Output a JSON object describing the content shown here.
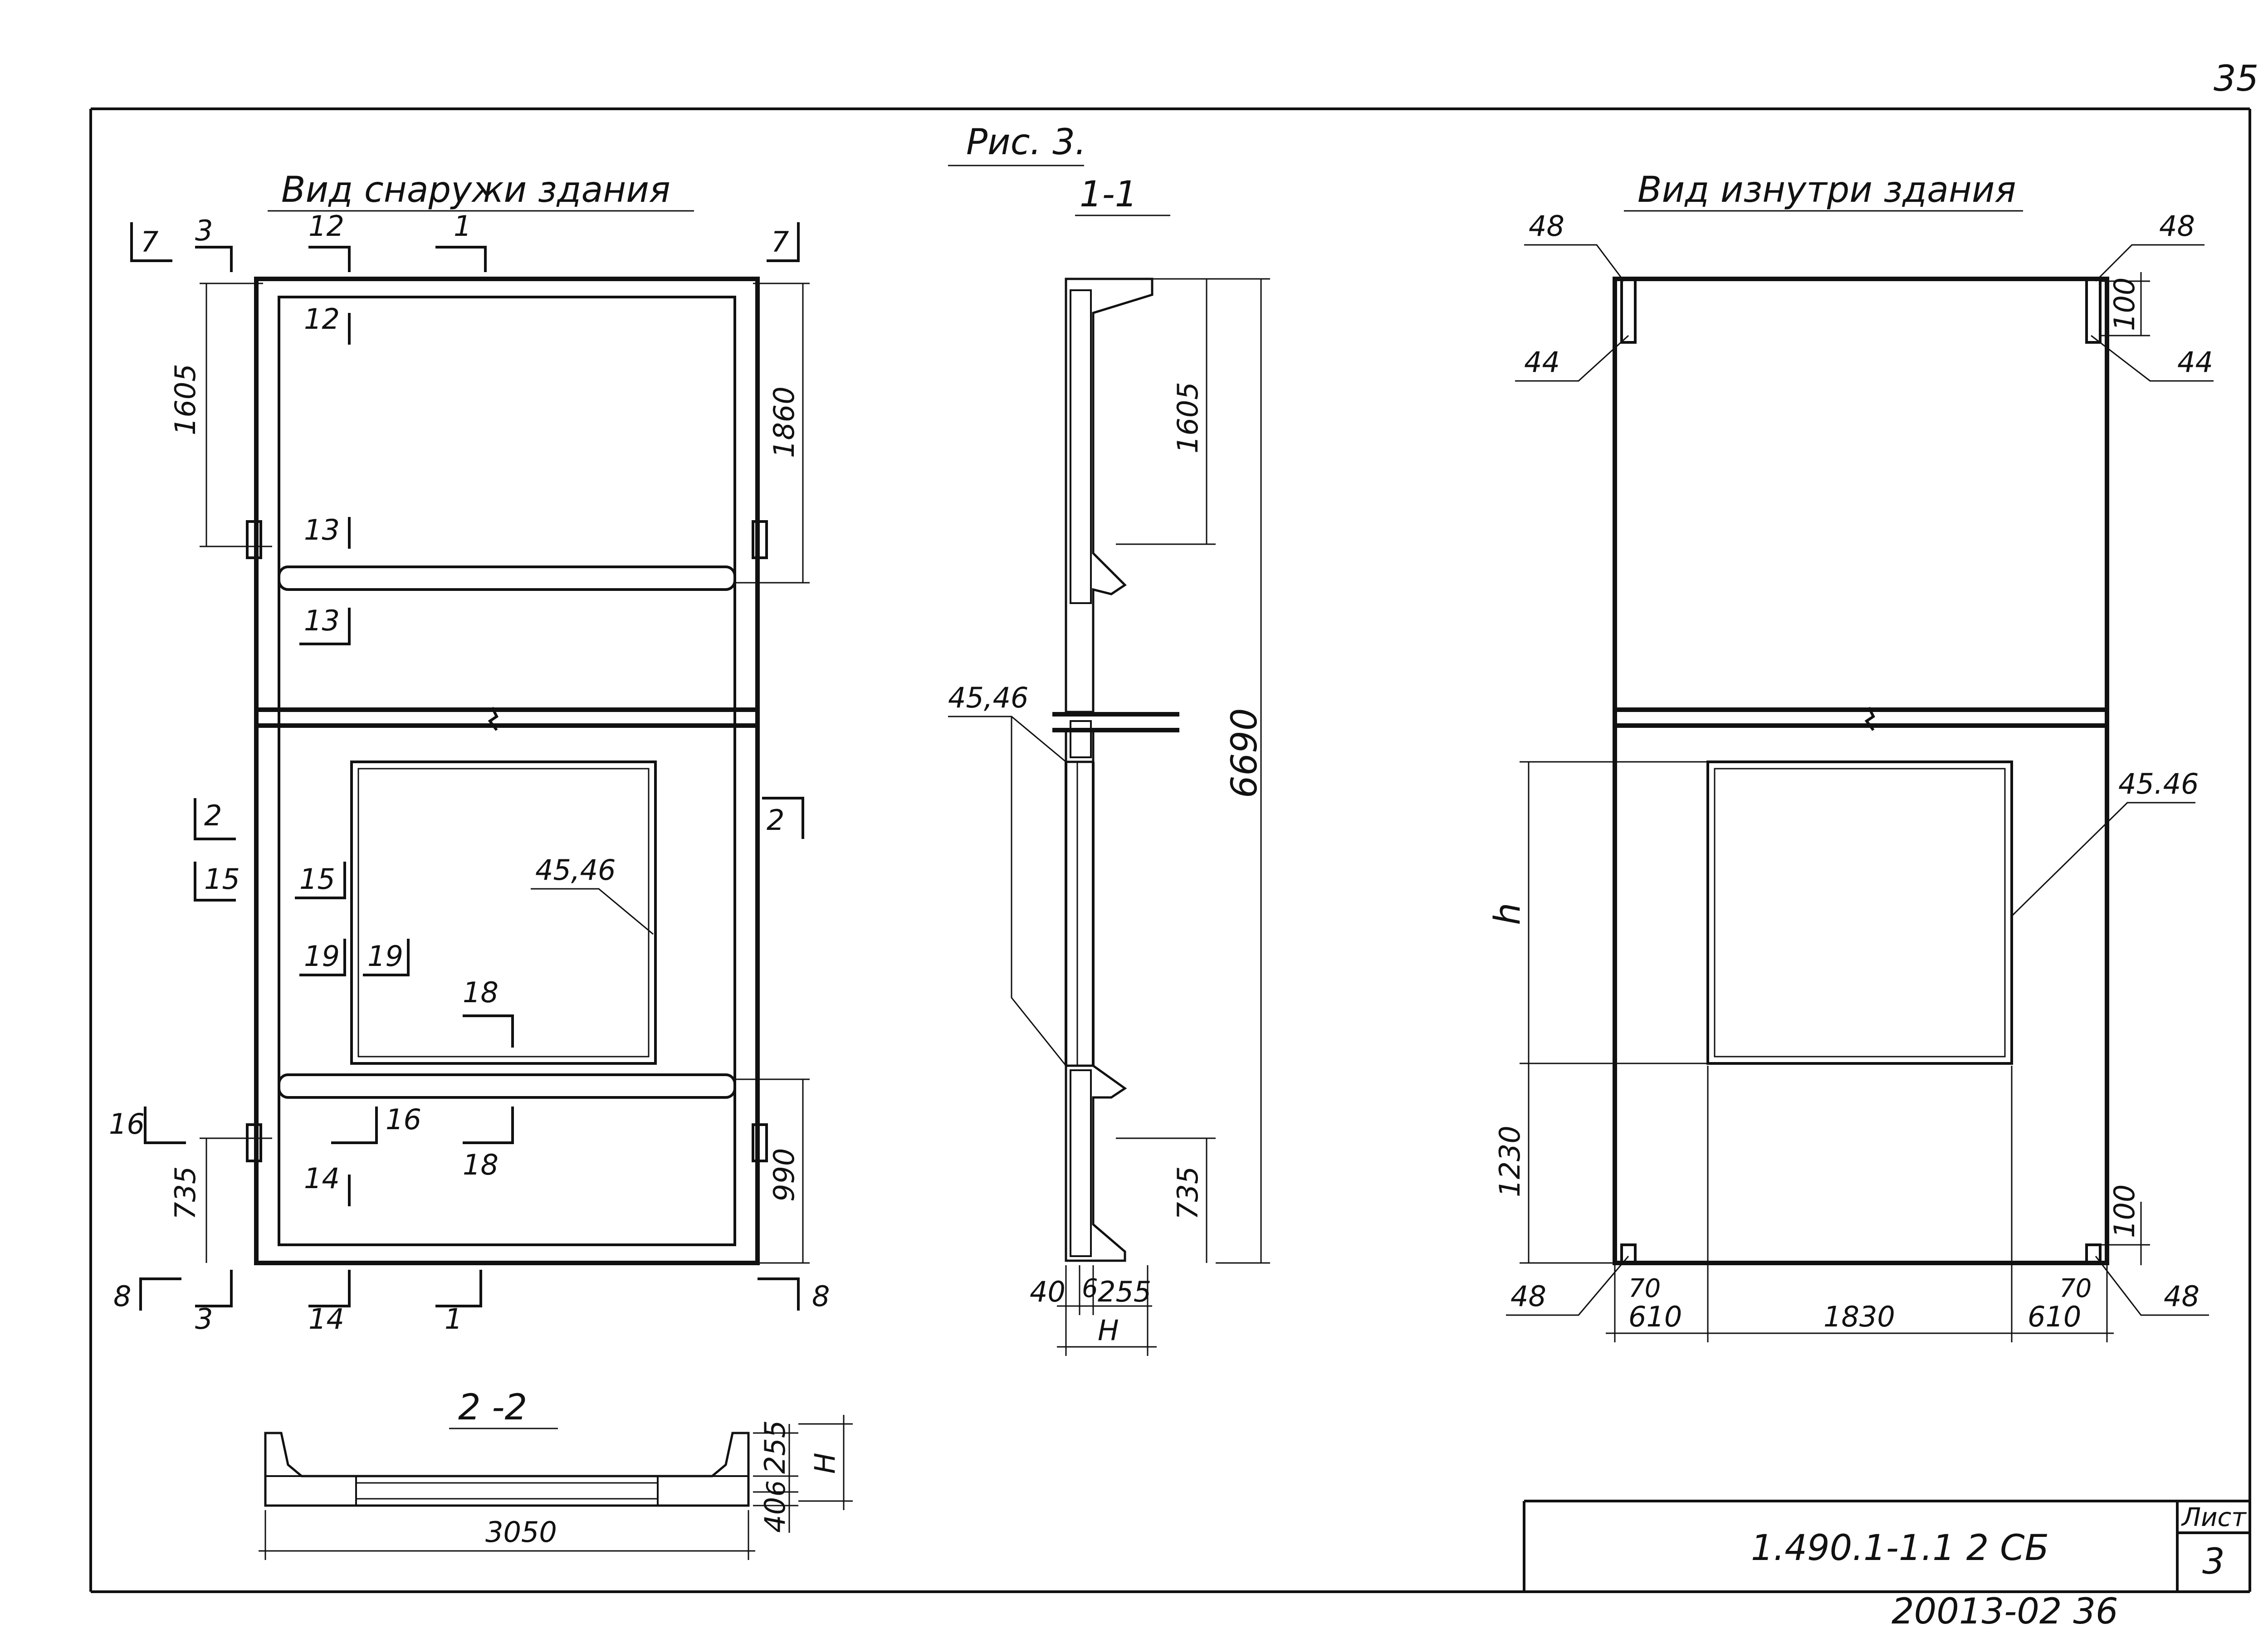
{
  "page_number": "35",
  "figure_caption": "Рис. 3.",
  "views": {
    "outside": {
      "title": "Вид снаружи здания"
    },
    "section_1_1": {
      "title": "1-1"
    },
    "inside": {
      "title": "Вид изнутри здания"
    },
    "section_2_2": {
      "title": "2 -2"
    }
  },
  "section_marks": {
    "m7": "7",
    "m3": "3",
    "m12": "12",
    "m1": "1",
    "m13": "13",
    "m2": "2",
    "m15": "15",
    "m19": "19",
    "m18": "18",
    "m16": "16",
    "m14": "14",
    "m8": "8"
  },
  "callouts": {
    "c45_46": "45,46",
    "c45_46_inside": "45.46",
    "c48": "48",
    "c44": "44"
  },
  "dimensions": {
    "d1605": "1605",
    "d1860": "1860",
    "d735": "735",
    "d990": "990",
    "d6690": "6690",
    "d40": "40",
    "d6": "6",
    "d255": "255",
    "dH": "H",
    "d3050": "3050",
    "d100": "100",
    "dh": "h",
    "d1230": "1230",
    "d70": "70",
    "d610": "610",
    "d1830": "1830"
  },
  "title_block": {
    "document_code": "1.490.1-1.1 2 СБ",
    "sheet_label": "Лист",
    "sheet_number": "3"
  },
  "footer_code": "20013-02 36"
}
